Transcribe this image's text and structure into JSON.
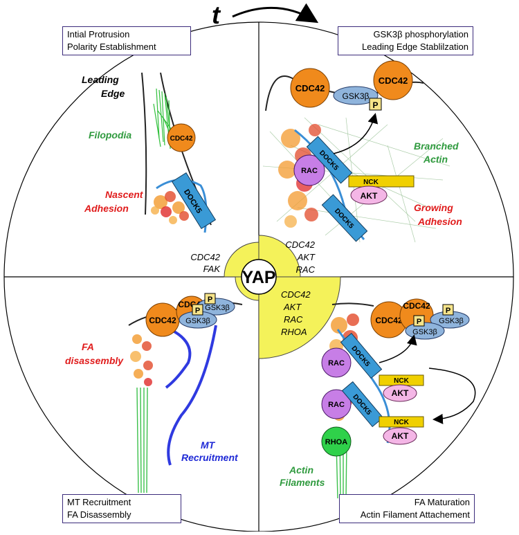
{
  "time_label": "t",
  "panels": {
    "top_left": {
      "line1": "Intial Protrusion",
      "line2": "Polarity Establishment"
    },
    "top_right": {
      "line1": "GSK3β phosphorylation",
      "line2": "Leading Edge Stablilzation"
    },
    "bottom_left": {
      "line1": "MT Recruitment",
      "line2": "FA Disassembly"
    },
    "bottom_right": {
      "line1": "FA Maturation",
      "line2": "Actin Filament Attachement"
    }
  },
  "center": {
    "yap": "YAP",
    "q1": [
      "CDC42",
      "FAK"
    ],
    "q2": [
      "CDC42",
      "AKT",
      "RAC"
    ],
    "q4": [
      "CDC42",
      "AKT",
      "RAC",
      "RHOA"
    ]
  },
  "labels": {
    "leading_edge": [
      "Leading",
      "Edge"
    ],
    "filopodia": "Filopodia",
    "nascent_adhesion": [
      "Nascent",
      "Adhesion"
    ],
    "branched_actin": [
      "Branched",
      "Actin"
    ],
    "growing_adhesion": [
      "Growing",
      "Adhesion"
    ],
    "fa_disassembly": [
      "FA",
      "disassembly"
    ],
    "mt_recruitment": [
      "MT",
      "Recruitment"
    ],
    "actin_filaments": [
      "Actin",
      "Filaments"
    ]
  },
  "proteins": {
    "cdc42": "CDC42",
    "gsk3b": "GSK3β",
    "p": "P",
    "rac": "RAC",
    "rhoa": "RHOA",
    "akt": "AKT",
    "nck": "NCK",
    "dock5": "DOCK5"
  },
  "colors": {
    "cdc42": "#f08a1c",
    "gsk3b": "#8fb4dc",
    "rac": "#c77ee6",
    "rhoa": "#2fd14a",
    "akt": "#f4b6e6",
    "dock5": "#3a9ad6",
    "nck": "#f0d000",
    "yap_sector": "#f4f25a",
    "red_label": "#e01b1b",
    "green_label": "#2f9a3e",
    "blue_label": "#1f2ad6"
  }
}
